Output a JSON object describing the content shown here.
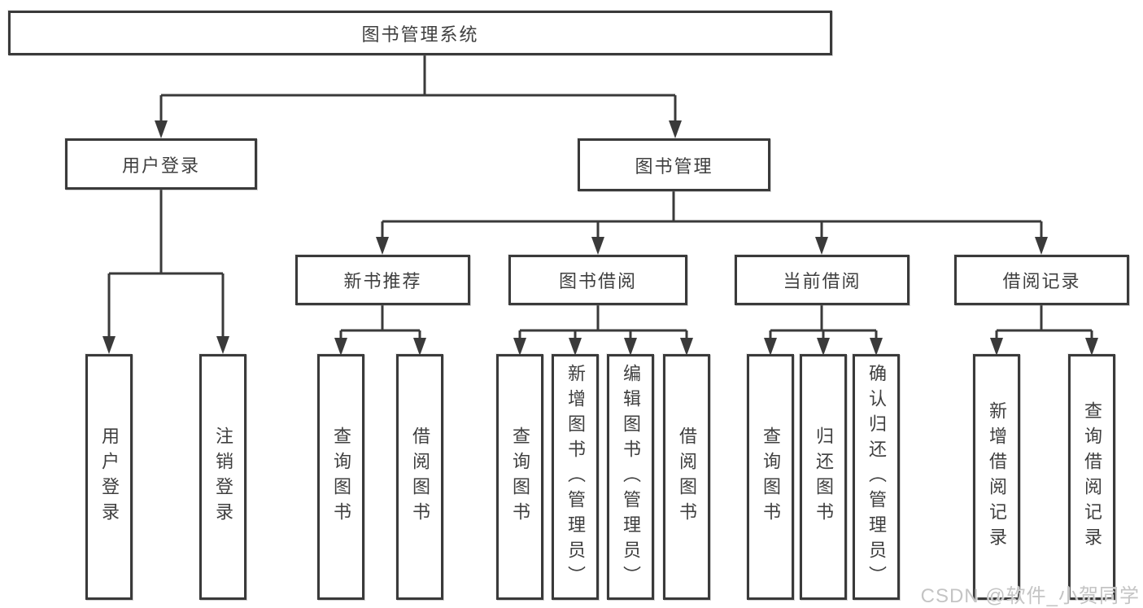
{
  "diagram_type": "functional-structure-tree",
  "tree": {
    "label": "图书管理系统",
    "children": [
      {
        "label": "用户登录",
        "children": [
          {
            "label": "用户登录"
          },
          {
            "label": "注销登录"
          }
        ]
      },
      {
        "label": "图书管理",
        "children": [
          {
            "label": "新书推荐",
            "children": [
              {
                "label": "查询图书"
              },
              {
                "label": "借阅图书"
              }
            ]
          },
          {
            "label": "图书借阅",
            "children": [
              {
                "label": "查询图书"
              },
              {
                "label": "新增图书（管理员）"
              },
              {
                "label": "编辑图书（管理员）"
              },
              {
                "label": "借阅图书"
              }
            ]
          },
          {
            "label": "当前借阅",
            "children": [
              {
                "label": "查询图书"
              },
              {
                "label": "归还图书"
              },
              {
                "label": "确认归还（管理员）"
              }
            ]
          },
          {
            "label": "借阅记录",
            "children": [
              {
                "label": "新增借阅记录"
              },
              {
                "label": "查询借阅记录"
              }
            ]
          }
        ]
      }
    ]
  },
  "watermark": {
    "text": "CSDN @软件_小贺同学",
    "color": "#c4c4c4"
  },
  "colors": {
    "line": "#3a3a3a",
    "text": "#3f3f3f",
    "background": "#ffffff"
  }
}
